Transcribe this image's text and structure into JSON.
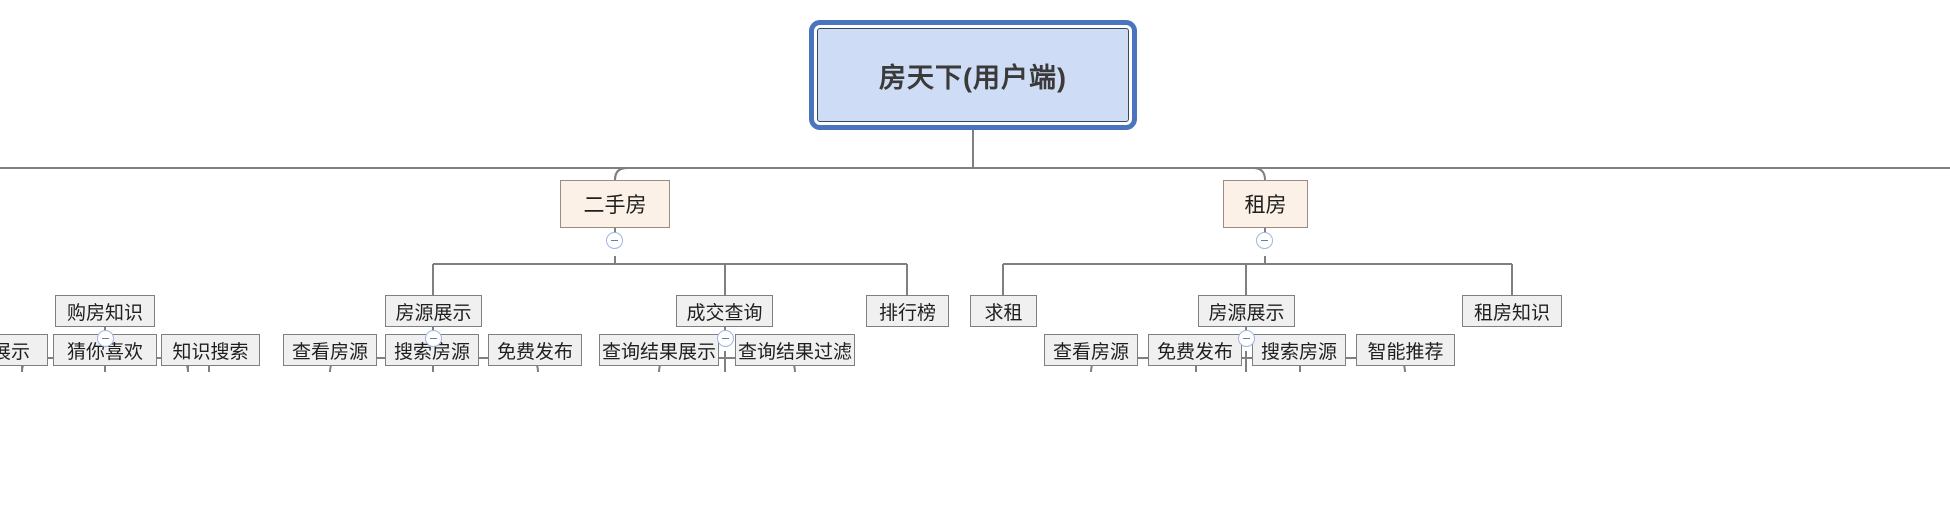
{
  "diagram": {
    "type": "mindmap-tree",
    "title": "房天下(用户端)",
    "orientation": "top-down",
    "colors": {
      "root_fill": "#cfdcf5",
      "root_selection_border": "#4a74bd",
      "category_fill": "#fcf1e7",
      "category_border": "#9c8c80",
      "node_fill": "#f0f0f0",
      "node_border": "#7f7f7f",
      "edge": "#808080",
      "toggle_border": "#9eb6e0"
    }
  },
  "root": {
    "label": "房天下(用户端)",
    "selected": true
  },
  "categories": [
    {
      "label": "二手房",
      "collapse_state": "expanded"
    },
    {
      "label": "租房",
      "collapse_state": "expanded"
    }
  ],
  "level3": [
    {
      "label": "购房知识",
      "collapse_state": "expanded"
    },
    {
      "label": "房源展示",
      "collapse_state": "expanded"
    },
    {
      "label": "成交查询",
      "collapse_state": "expanded"
    },
    {
      "label": "排行榜",
      "collapse_state": "none"
    },
    {
      "label": "求租",
      "collapse_state": "none"
    },
    {
      "label": "房源展示",
      "collapse_state": "expanded"
    },
    {
      "label": "租房知识",
      "collapse_state": "none"
    }
  ],
  "level4": [
    {
      "label": "展示",
      "clipped": true
    },
    {
      "label": "猜你喜欢"
    },
    {
      "label": "知识搜索"
    },
    {
      "label": "查看房源"
    },
    {
      "label": "搜索房源"
    },
    {
      "label": "免费发布"
    },
    {
      "label": "查询结果展示"
    },
    {
      "label": "查询结果过滤"
    },
    {
      "label": "查看房源"
    },
    {
      "label": "免费发布"
    },
    {
      "label": "搜索房源"
    },
    {
      "label": "智能推荐"
    }
  ],
  "toggles": {
    "icon": "minus-circle-icon",
    "glyph": "−"
  }
}
